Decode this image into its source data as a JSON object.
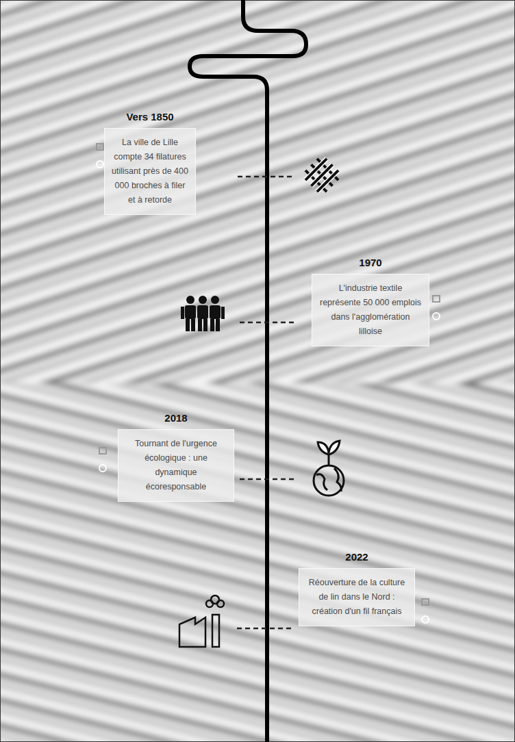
{
  "diagram": {
    "nodes": [
      {
        "text": [
          "Vers 1850",
          "La ville de Lille compte 34 filatures utilisant près de 400 000 broches à filer et à retorde"
        ]
      },
      {
        "text": [
          "1970",
          "L'industrie textile représente 50 000 emplois dans l'agglomération lilloise"
        ]
      },
      {
        "text": [
          "2018",
          "Tournant de l'urgence écologique : une dynamique écoresponsable"
        ]
      },
      {
        "text": [
          "2022",
          "Réouverture de la culture de lin dans le Nord : création d'un fil français"
        ]
      }
    ]
  }
}
